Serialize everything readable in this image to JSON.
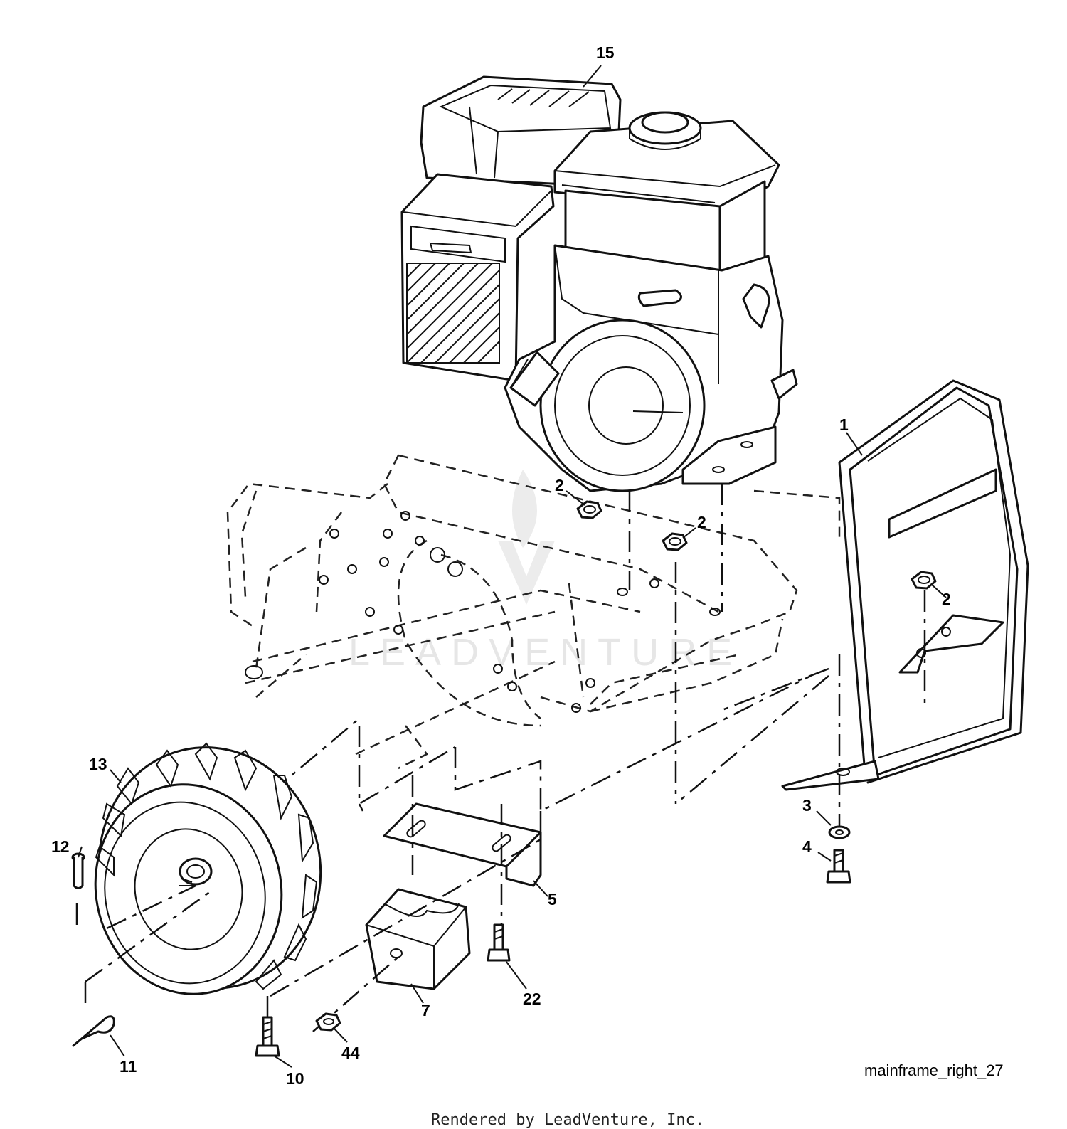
{
  "diagram": {
    "callouts": [
      {
        "id": "15",
        "text": "15"
      },
      {
        "id": "1",
        "text": "1"
      },
      {
        "id": "2a",
        "text": "2"
      },
      {
        "id": "2b",
        "text": "2"
      },
      {
        "id": "2c",
        "text": "2"
      },
      {
        "id": "3",
        "text": "3"
      },
      {
        "id": "4",
        "text": "4"
      },
      {
        "id": "5",
        "text": "5"
      },
      {
        "id": "7",
        "text": "7"
      },
      {
        "id": "10",
        "text": "10"
      },
      {
        "id": "11",
        "text": "11"
      },
      {
        "id": "12",
        "text": "12"
      },
      {
        "id": "13",
        "text": "13"
      },
      {
        "id": "22",
        "text": "22"
      },
      {
        "id": "44",
        "text": "44"
      }
    ],
    "reference_id": "mainframe_right_27",
    "footer": "Rendered by LeadVenture, Inc.",
    "watermark": "LEADVENTURE"
  }
}
